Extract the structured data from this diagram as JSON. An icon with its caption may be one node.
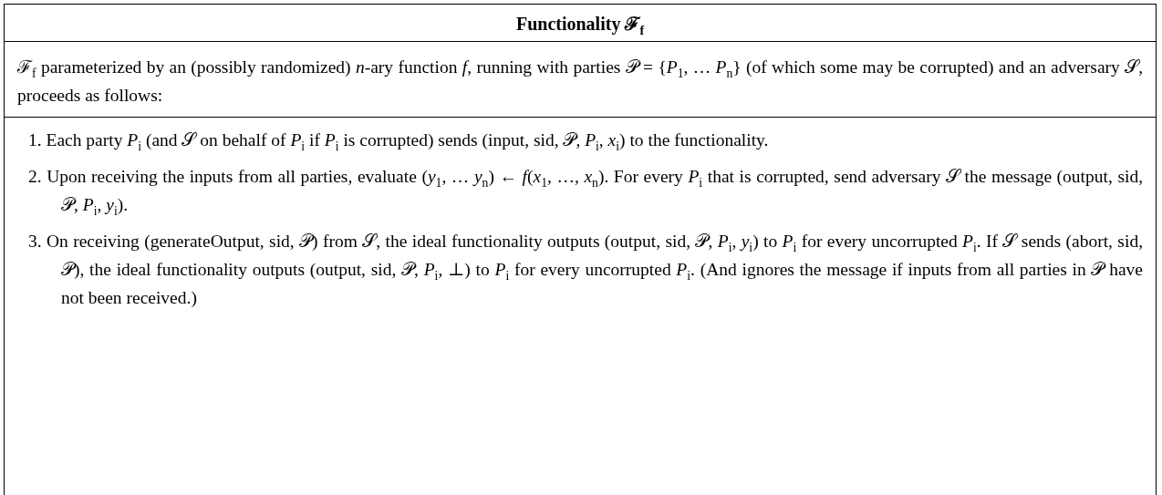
{
  "diagram": {
    "nodes": [
      {
        "text": [
          "Functionality ℱ$_{f}$",
          "ℱ$_{f}$ parameterized by an (possibly randomized) *n*-ary function *f*, running with parties 𝒫 = {*P*$_{1}$, … *P*$_{n}$} (of which some may be corrupted) and an adversary 𝒮, proceeds as follows:",
          "1. Each party *P*$_{i}$ (and 𝒮 on behalf of *P*$_{i}$ if *P*$_{i}$ is corrupted) sends (input, sid, 𝒫, *P*$_{i}$, *x*$_{i}$) to the functionality.",
          "2. Upon receiving the inputs from all parties, evaluate (*y*$_{1}$, … *y*$_{n}$) ← *f*(*x*$_{1}$, …, *x*$_{n}$). For every *P*$_{i}$ that is corrupted, send adversary 𝒮 the message (output, sid, 𝒫, *P*$_{i}$, *y*$_{i}$).",
          "3. On receiving (generateOutput, sid, 𝒫) from 𝒮, the ideal functionality outputs (output, sid, 𝒫, *P*$_{i}$, *y*$_{i}$) to *P*$_{i}$ for every uncorrupted *P*$_{i}$. If 𝒮 sends (abort, sid, 𝒫), the ideal functionality outputs (output, sid, 𝒫, *P*$_{i}$, ⊥) to *P*$_{i}$ for every uncorrupted *P*$_{i}$. (And ignores the message if inputs from all parties in 𝒫 have not been received.)"
        ]
      }
    ]
  }
}
